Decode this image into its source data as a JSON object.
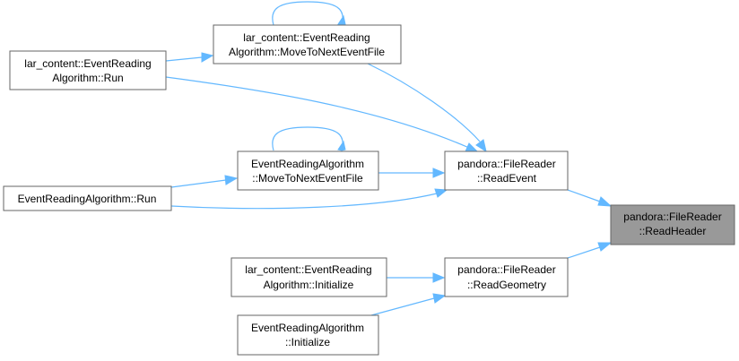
{
  "graph": {
    "title": "",
    "accent_color": "#63b8ff",
    "highlight_fill": "#999999",
    "node_border": "#666666",
    "nodes": {
      "read_header": {
        "line1": "pandora::FileReader",
        "line2": "::ReadHeader"
      },
      "read_event": {
        "line1": "pandora::FileReader",
        "line2": "::ReadEvent"
      },
      "read_geometry": {
        "line1": "pandora::FileReader",
        "line2": "::ReadGeometry"
      },
      "lar_move_next": {
        "line1": "lar_content::EventReading",
        "line2": "Algorithm::MoveToNextEventFile"
      },
      "lar_run": {
        "line1": "lar_content::EventReading",
        "line2": "Algorithm::Run"
      },
      "era_move_next": {
        "line1": "EventReadingAlgorithm",
        "line2": "::MoveToNextEventFile"
      },
      "era_run": {
        "line1": "EventReadingAlgorithm::Run"
      },
      "lar_initialize": {
        "line1": "lar_content::EventReading",
        "line2": "Algorithm::Initialize"
      },
      "era_initialize": {
        "line1": "EventReadingAlgorithm",
        "line2": "::Initialize"
      }
    }
  }
}
